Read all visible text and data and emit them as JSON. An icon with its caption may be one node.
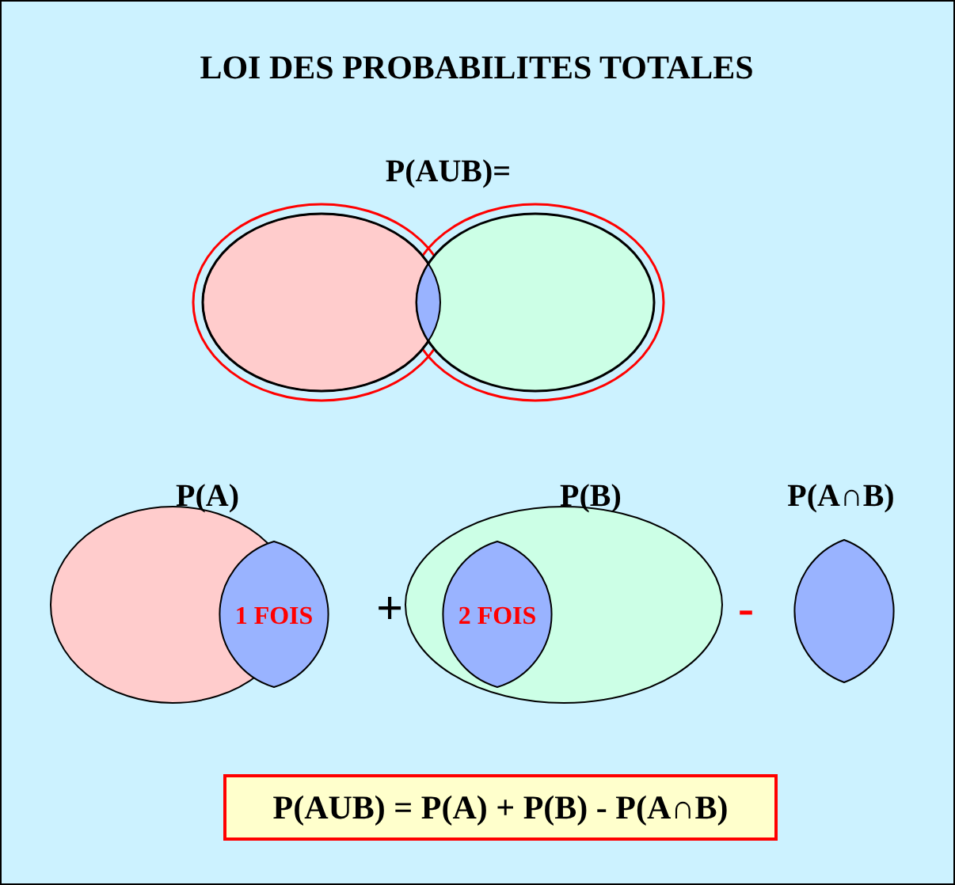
{
  "diagram": {
    "title": "LOI DES PROBABILITES TOTALES",
    "nodes": [
      {
        "text": [
          "P(AUB) = P(A) + P(B) - P(A∩B)"
        ]
      }
    ],
    "labels": [
      "P(AUB)=",
      "P(A)",
      "P(B)",
      "P(A∩B)",
      "1 FOIS",
      "+",
      "2 FOIS",
      "-"
    ]
  }
}
